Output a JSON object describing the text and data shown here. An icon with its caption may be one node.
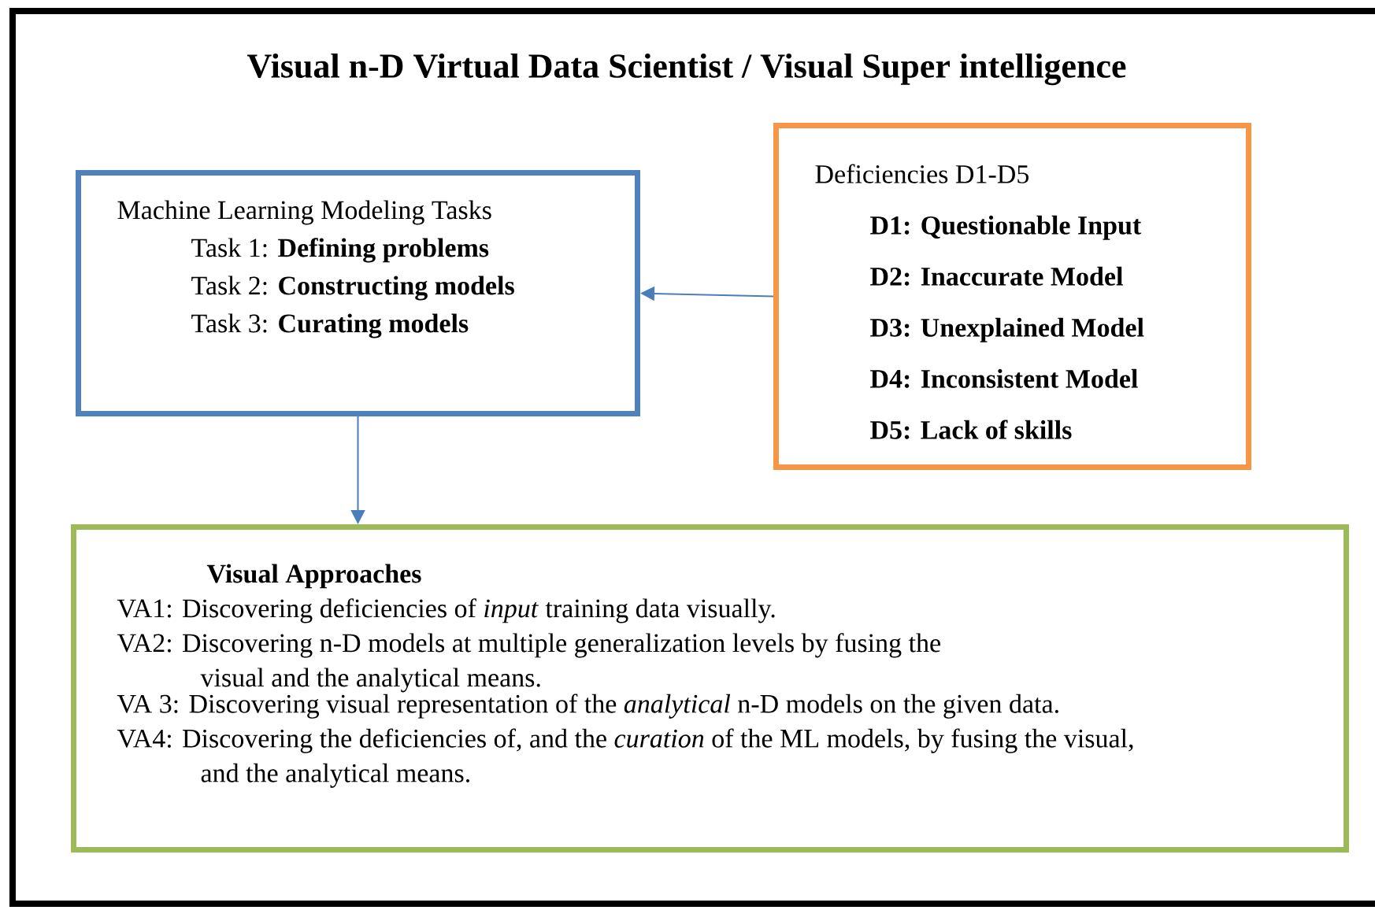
{
  "diagram": {
    "title": "Visual n-D Virtual Data Scientist / Visual Super intelligence",
    "nodes": [
      {
        "text": [
          "Machine Learning Modeling Tasks",
          "Task 1: **Defining problems**",
          "Task 2: **Constructing models**",
          "Task 3: **Curating models**"
        ]
      },
      {
        "text": [
          "Deficiencies D1-D5",
          "D1: Questionable Input",
          "D2: Inaccurate Model",
          "D3: Unexplained Model",
          "D4: Inconsistent Model",
          "D5: Lack of skills"
        ]
      },
      {
        "text": [
          "Visual Approaches",
          "VA1: Discovering deficiencies of *input* training data visually.",
          "VA2: Discovering n-D models at multiple generalization levels by fusing the visual and the analytical means.",
          "VA 3: Discovering visual representation of the *analytical* n-D models on the given data.",
          "VA4: Discovering the deficiencies of, and the *curation* of the ML models, by fusing the visual, and the analytical means."
        ]
      }
    ],
    "edges": [
      {
        "from": 1,
        "to": 0,
        "arrow": "to"
      },
      {
        "from": 0,
        "to": 2,
        "arrow": "to"
      }
    ]
  }
}
